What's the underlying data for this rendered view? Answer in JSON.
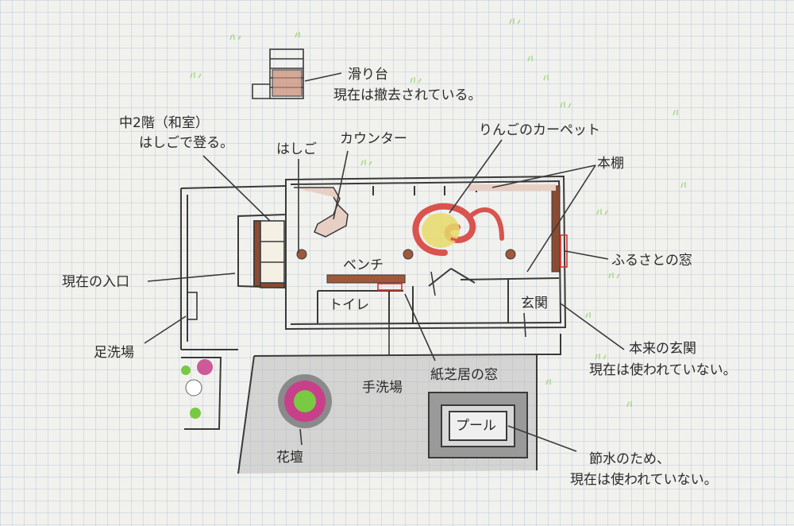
{
  "labels": {
    "slide": "滑り台",
    "slide_note": "現在は撤去されている。",
    "loft": "中2階（和室）",
    "loft_note": "はしごで登る。",
    "ladder": "はしご",
    "counter": "カウンター",
    "apple_carpet": "りんごのカーペット",
    "bookshelf": "本棚",
    "hometown_window": "ふるさとの窓",
    "current_entrance": "現在の入口",
    "bench": "ベンチ",
    "toilet": "トイレ",
    "genkan": "玄関",
    "original_genkan": "本来の玄関",
    "original_genkan_note": "現在は使われていない。",
    "foot_wash": "足洗場",
    "hand_wash": "手洗場",
    "kamishibai_window": "紙芝居の窓",
    "flower_bed": "花壇",
    "pool": "プール",
    "pool_note1": "節水のため、",
    "pool_note2": "現在は使われていない。"
  },
  "colors": {
    "pencil": "#3a3a3a",
    "wood": "#8a4b32",
    "carpet_red": "#d9534f",
    "carpet_yellow": "#e6da6a",
    "window_red": "#e03030",
    "flower_pink": "#c8408a",
    "grass_green": "#7ac943"
  }
}
